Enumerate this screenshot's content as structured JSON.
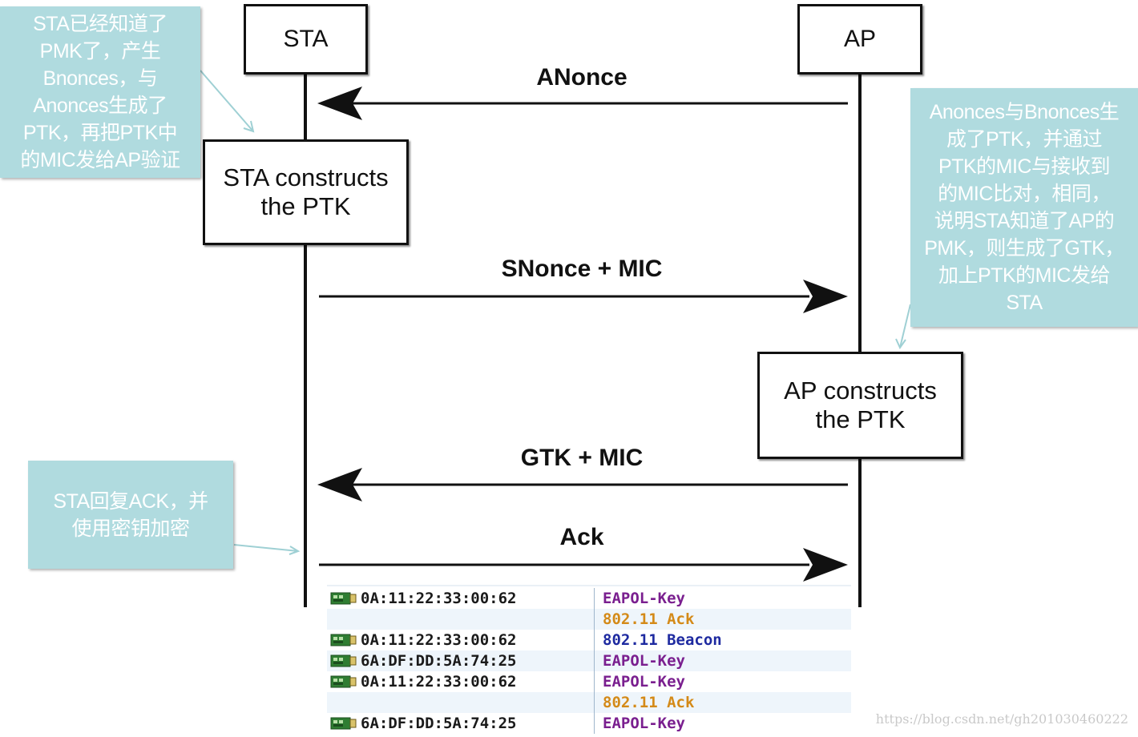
{
  "participants": {
    "sta": "STA",
    "ap": "AP"
  },
  "processes": {
    "sta_construct": [
      "STA constructs",
      "the PTK"
    ],
    "ap_construct": [
      "AP constructs",
      "the PTK"
    ]
  },
  "messages": {
    "anonce": "ANonce",
    "snonce_mic": "SNonce + MIC",
    "gtk_mic": "GTK + MIC",
    "ack": "Ack"
  },
  "notes": {
    "left_top": [
      "STA已经知道了",
      "PMK了，产生",
      "Bnonces，与",
      "Anonces生成了",
      "PTK，再把PTK中",
      "的MIC发给AP验证"
    ],
    "right": [
      "Anonces与Bnonces生",
      "成了PTK，并通过",
      "PTK的MIC与接收到",
      "的MIC比对，相同，",
      "说明STA知道了AP的",
      "PMK，则生成了GTK，",
      "加上PTK的MIC发给",
      "STA"
    ],
    "left_bottom": [
      "STA回复ACK，并",
      "使用密钥加密"
    ]
  },
  "capture": {
    "rows": [
      {
        "source": "0A:11:22:33:00:62",
        "type": "EAPOL-Key",
        "kind": "eapol"
      },
      {
        "source": "",
        "type": "802.11 Ack",
        "kind": "ack"
      },
      {
        "source": "0A:11:22:33:00:62",
        "type": "802.11 Beacon",
        "kind": "beacon"
      },
      {
        "source": "6A:DF:DD:5A:74:25",
        "type": "EAPOL-Key",
        "kind": "eapol"
      },
      {
        "source": "0A:11:22:33:00:62",
        "type": "EAPOL-Key",
        "kind": "eapol"
      },
      {
        "source": "",
        "type": "802.11 Ack",
        "kind": "ack"
      },
      {
        "source": "6A:DF:DD:5A:74:25",
        "type": "EAPOL-Key",
        "kind": "eapol"
      }
    ]
  },
  "colors": {
    "eapol": "#7a1f8f",
    "ack": "#d48a18",
    "beacon": "#1e2aa0",
    "note_bg": "#b0dbdf"
  },
  "watermark": "https://blog.csdn.net/gh201030460222"
}
